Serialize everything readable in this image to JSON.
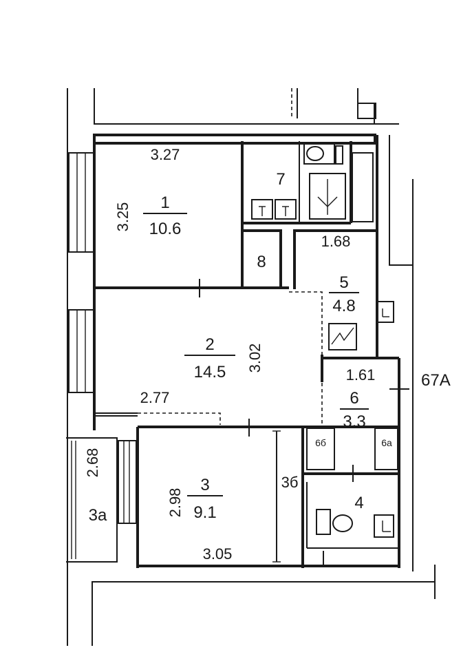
{
  "plan": {
    "building_label": "67А",
    "building_label_color": "#c0392b",
    "line_color": "#1a1a1a",
    "rooms": [
      {
        "number": "1",
        "area": "10.6"
      },
      {
        "number": "2",
        "area": "14.5"
      },
      {
        "number": "3",
        "area": "9.1"
      },
      {
        "number": "3а"
      },
      {
        "number": "3б"
      },
      {
        "number": "4"
      },
      {
        "number": "5",
        "area": "4.8"
      },
      {
        "number": "6",
        "area": "3.3"
      },
      {
        "number": "6а"
      },
      {
        "number": "6б"
      },
      {
        "number": "7"
      },
      {
        "number": "8"
      }
    ],
    "dimensions": [
      "3.27",
      "3.25",
      "3.02",
      "2.77",
      "1.68",
      "1.61",
      "2.68",
      "2.98",
      "3.05"
    ]
  }
}
